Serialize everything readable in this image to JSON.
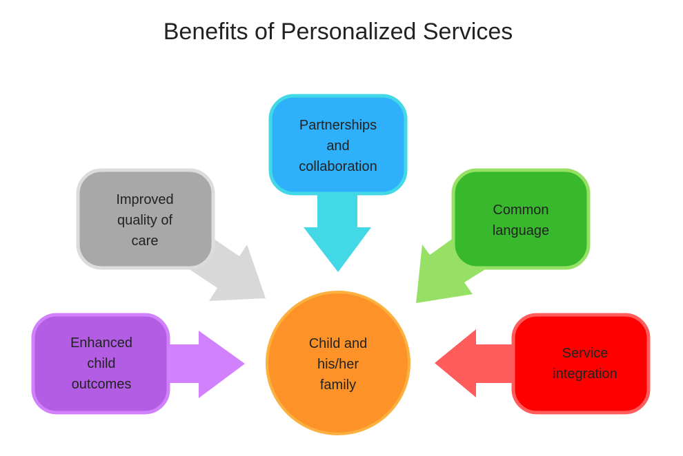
{
  "title": "Benefits of Personalized Services",
  "center": {
    "lines": [
      "Child and",
      "his/her",
      "family"
    ],
    "fill": "#fd9328",
    "stroke": "#fbb040"
  },
  "nodes": {
    "partnerships": {
      "lines": [
        "Partnerships",
        "and",
        "collaboration"
      ],
      "fill": "#2eb0fb",
      "stroke": "#42d8e6",
      "arrow": "#42d8e6"
    },
    "quality": {
      "lines": [
        "Improved",
        "quality of",
        "care"
      ],
      "fill": "#a8a8a8",
      "stroke": "#dcdcdc",
      "arrow": "#d8d8d8"
    },
    "language": {
      "lines": [
        "Common",
        "language"
      ],
      "fill": "#38b82c",
      "stroke": "#97e066",
      "arrow": "#97e066"
    },
    "outcomes": {
      "lines": [
        "Enhanced",
        "child",
        "outcomes"
      ],
      "fill": "#b25de4",
      "stroke": "#d081fb",
      "arrow": "#d081fb"
    },
    "integration": {
      "lines": [
        "Service",
        "integration"
      ],
      "fill": "#ff0000",
      "stroke": "#ff5c5c",
      "arrow": "#ff5c5c"
    }
  }
}
